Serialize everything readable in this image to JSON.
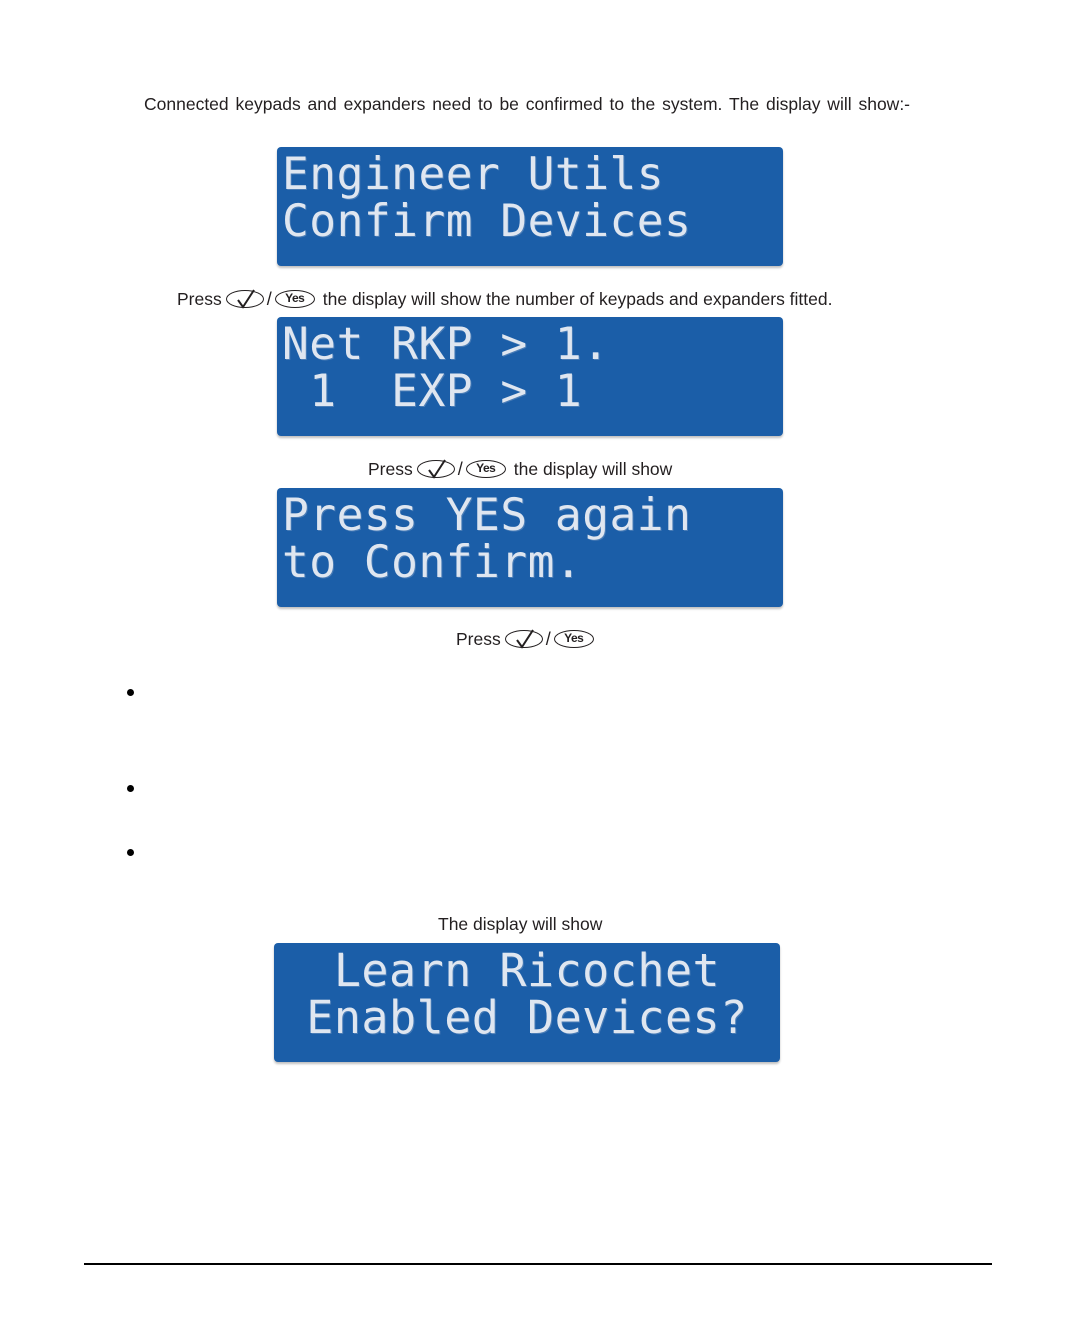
{
  "intro": {
    "text": "Connected keypads and expanders need to be confirmed to the system. The display will show:-"
  },
  "lcd1": {
    "line1": "Engineer Utils",
    "line2": "Confirm Devices"
  },
  "caption1": {
    "press": "Press",
    "slash": "/",
    "yes": "Yes",
    "rest": "the display will show the number of keypads and expanders fitted."
  },
  "lcd2": {
    "line1": "Net RKP > 1.",
    "line2": " 1  EXP > 1"
  },
  "caption2": {
    "press": "Press",
    "slash": "/",
    "yes": "Yes",
    "rest": "the display will show"
  },
  "lcd3": {
    "line1": "Press YES again",
    "line2": "to Confirm."
  },
  "caption3": {
    "press": "Press",
    "slash": "/",
    "yes": "Yes"
  },
  "caption4": {
    "text": "The display will show"
  },
  "lcd4": {
    "line1": "Learn Ricochet",
    "line2": "Enabled Devices?"
  },
  "icons": {
    "tick": "tick-button-icon",
    "yes": "yes-button-icon"
  },
  "colors": {
    "lcd_background": "#1b5ea8",
    "lcd_text": "#dfe6f0"
  }
}
